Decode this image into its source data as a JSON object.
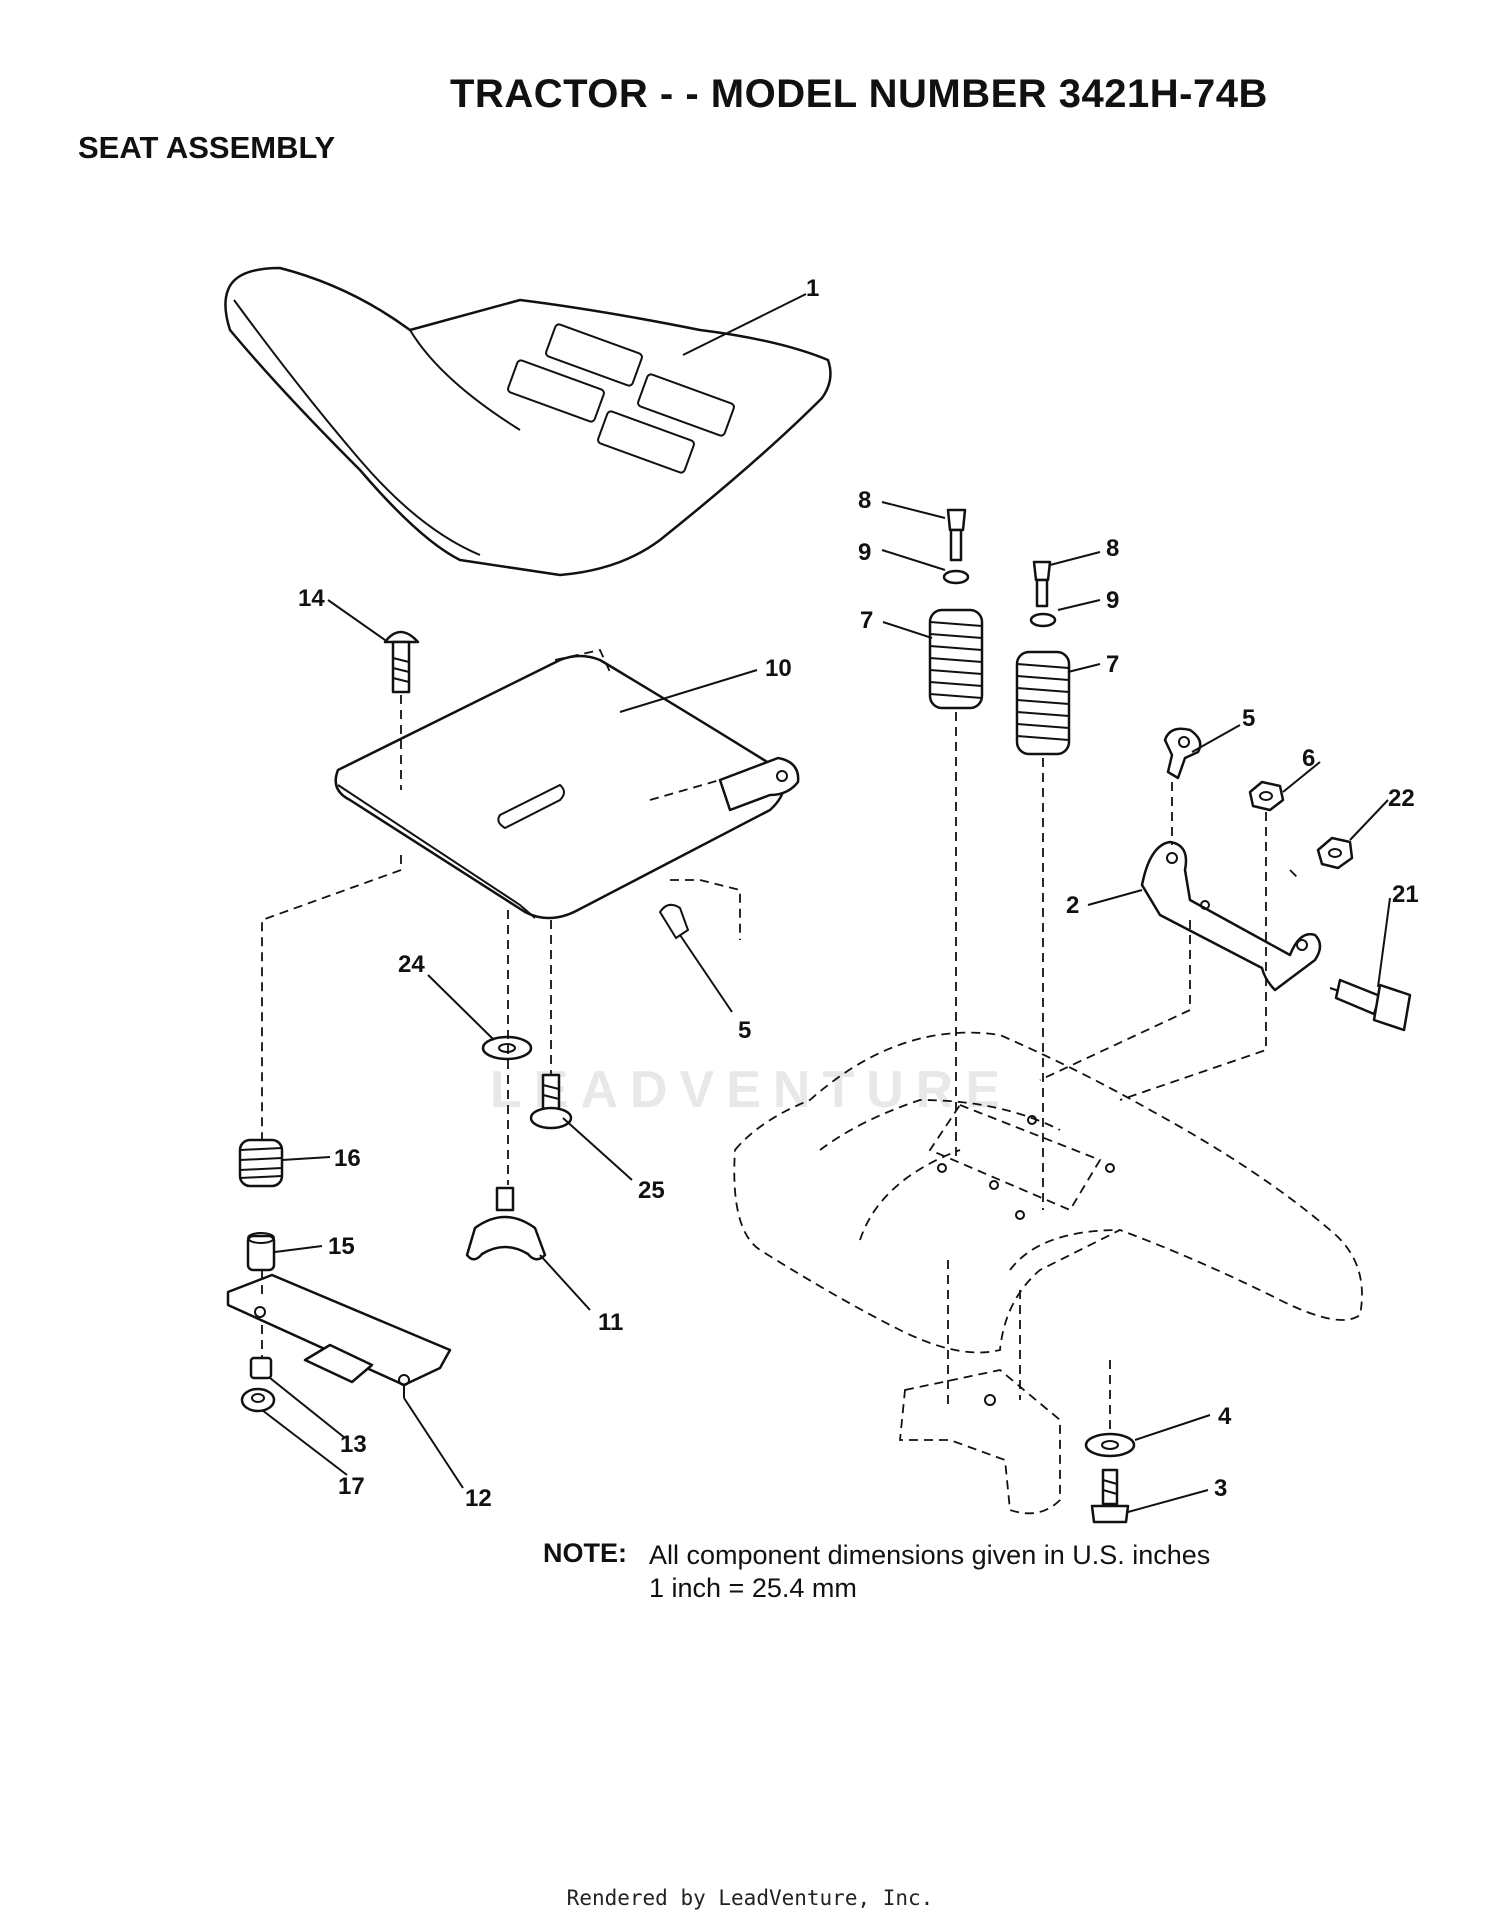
{
  "header": {
    "title": "TRACTOR - - MODEL NUMBER 3421H-74B",
    "subtitle": "SEAT ASSEMBLY"
  },
  "callouts": {
    "c1": "1",
    "c2": "2",
    "c3": "3",
    "c4": "4",
    "c5a": "5",
    "c5b": "5",
    "c6": "6",
    "c7a": "7",
    "c7b": "7",
    "c8a": "8",
    "c8b": "8",
    "c9a": "9",
    "c9b": "9",
    "c10": "10",
    "c11": "11",
    "c12": "12",
    "c13": "13",
    "c14": "14",
    "c15": "15",
    "c16": "16",
    "c17": "17",
    "c21": "21",
    "c22": "22",
    "c24": "24",
    "c25": "25"
  },
  "watermark": {
    "text": "LEADVENTURE"
  },
  "note": {
    "label": "NOTE:",
    "line1": "All component dimensions given in U.S. inches",
    "line2": "1 inch = 25.4 mm"
  },
  "footer": {
    "text": "Rendered by LeadVenture, Inc."
  },
  "colors": {
    "ink": "#111111",
    "background": "#ffffff",
    "watermark": "#e8e8e8"
  }
}
